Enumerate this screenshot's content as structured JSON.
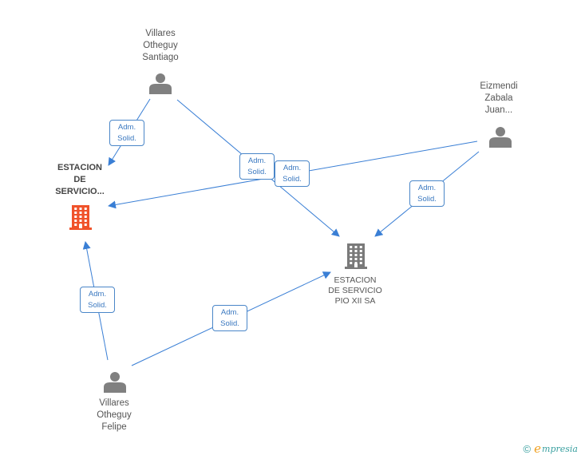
{
  "colors": {
    "edge": "#3a7fd5",
    "person": "#808080",
    "company_main": "#f0522a",
    "company_secondary": "#7a7a7a"
  },
  "persons": [
    {
      "id": "villares-santiago",
      "lines": [
        "Villares",
        "Otheguy",
        "Santiago"
      ],
      "icon": "person-icon"
    },
    {
      "id": "eizmendi-juan",
      "lines": [
        "Eizmendi",
        "Zabala",
        "Juan..."
      ],
      "icon": "person-icon"
    },
    {
      "id": "villares-felipe",
      "lines": [
        "Villares",
        "Otheguy",
        "Felipe"
      ],
      "icon": "person-icon"
    }
  ],
  "companies": [
    {
      "id": "estacion-servicio-main",
      "lines": [
        "ESTACION",
        "DE",
        "SERVICIO..."
      ],
      "icon": "building-icon"
    },
    {
      "id": "estacion-servicio-pio",
      "lines": [
        "ESTACION",
        "DE SERVICIO",
        "PIO XII SA"
      ],
      "icon": "building-icon"
    }
  ],
  "relations": [
    {
      "from": "villares-santiago",
      "to": "estacion-servicio-main",
      "lines": [
        "Adm.",
        "Solid."
      ]
    },
    {
      "from": "villares-santiago",
      "to": "estacion-servicio-pio",
      "lines": [
        "Adm.",
        "Solid."
      ]
    },
    {
      "from": "eizmendi-juan",
      "to": "estacion-servicio-main",
      "lines": [
        "Adm.",
        "Solid."
      ]
    },
    {
      "from": "eizmendi-juan",
      "to": "estacion-servicio-pio",
      "lines": [
        "Adm.",
        "Solid."
      ]
    },
    {
      "from": "villares-felipe",
      "to": "estacion-servicio-main",
      "lines": [
        "Adm.",
        "Solid."
      ]
    },
    {
      "from": "villares-felipe",
      "to": "estacion-servicio-pio",
      "lines": [
        "Adm.",
        "Solid."
      ]
    }
  ],
  "footer": {
    "copyright": "©",
    "brand_initial": "e",
    "brand_rest": "mpresia"
  }
}
